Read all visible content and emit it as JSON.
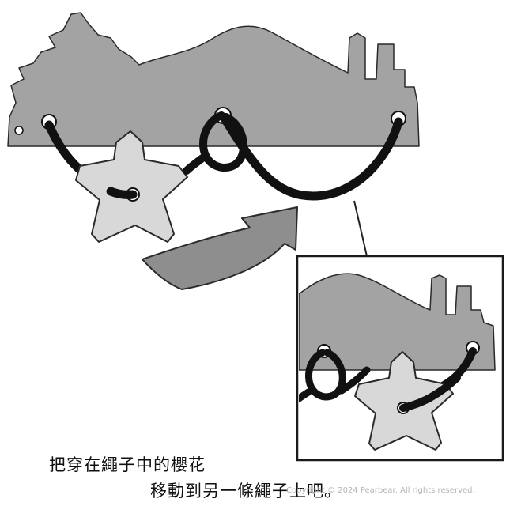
{
  "caption": {
    "line1": "把穿在繩子中的櫻花",
    "line2": "移動到另一條繩子上吧。"
  },
  "watermark": {
    "text": "Copyright © 2024 Pearbear. All rights reserved."
  },
  "colors": {
    "board": "#a3a3a3",
    "outline": "#2a2a2a",
    "rope": "#111111",
    "flower": "#d8d8d8",
    "arrow": "#8e8e8e",
    "background": "#ffffff"
  }
}
